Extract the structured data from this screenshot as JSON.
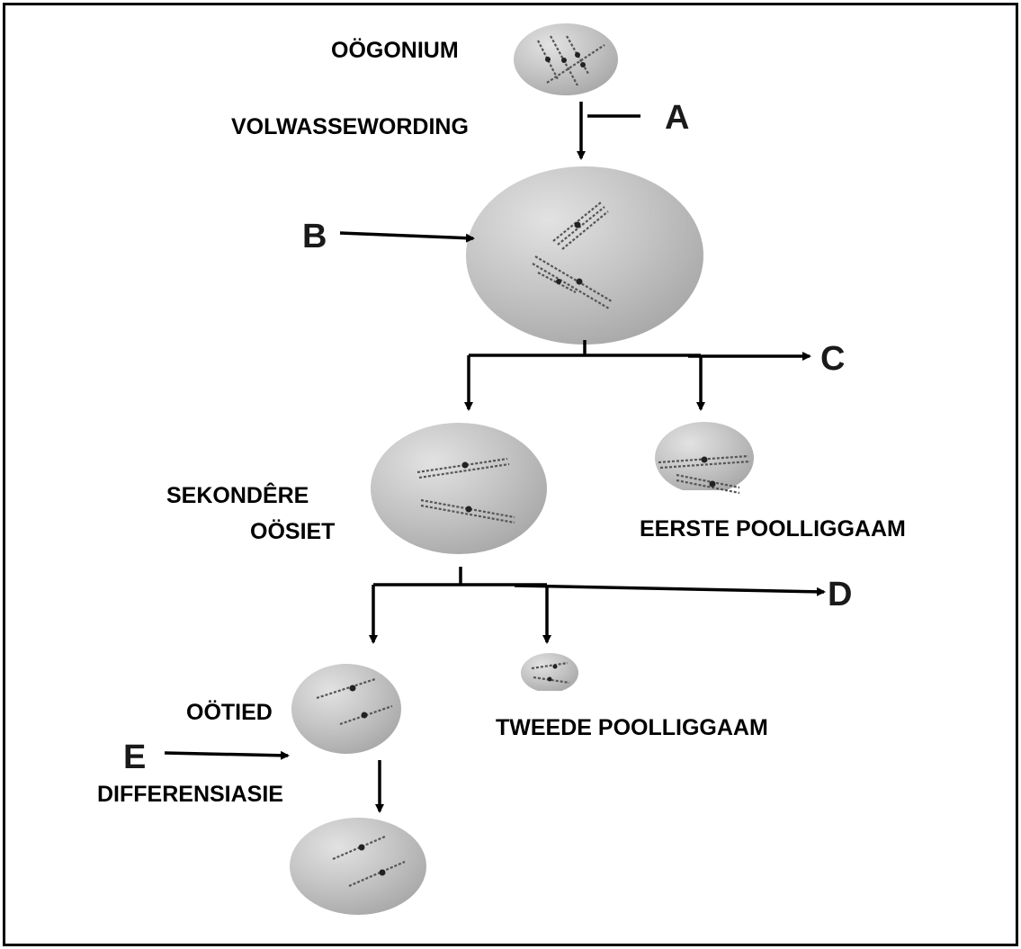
{
  "labels": {
    "oogonium": "OÖGONIUM",
    "maturation": "VOLWASSEWORDING",
    "secondary_oocyte_line1": "SEKONDÊRE",
    "secondary_oocyte_line2": "OÖSIET",
    "first_polar_body": "EERSTE POOLLIGGAAM",
    "ootid": "OÖTIED",
    "second_polar_body": "TWEEDE POOLLIGGAAM",
    "differentiation": "DIFFERENSIASIE"
  },
  "letters": {
    "a": "A",
    "b": "B",
    "c": "C",
    "d": "D",
    "e": "E"
  },
  "colors": {
    "cell_fill": "#c4c4c4",
    "cell_shadow": "#a9a9a9",
    "outline": "#000000"
  }
}
